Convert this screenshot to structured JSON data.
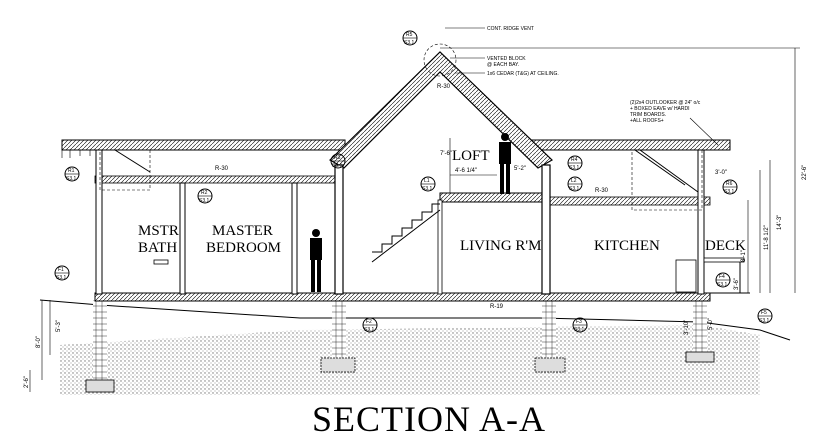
{
  "drawing_title": "SECTION A-A",
  "rooms": {
    "mstr_bath_1": "MSTR",
    "mstr_bath_2": "BATH",
    "master_bedroom_1": "MASTER",
    "master_bedroom_2": "BEDROOM",
    "loft": "LOFT",
    "living": "LIVING R'M",
    "kitchen": "KITCHEN",
    "deck": "DECK"
  },
  "notes": {
    "ridge_vent": "CONT. RIDGE VENT",
    "vented_block_1": "VENTED BLOCK",
    "vented_block_2": "@ EACH BAY.",
    "cedar": "1x6 CEDAR (T&G) AT CEILING.",
    "outlooker_1": "(2)2x4 OUTLOOKER @ 24\" o/c",
    "outlooker_2": "+ BOXED EAVE w/ HARDI",
    "outlooker_3": "TRIM BOARDS.",
    "outlooker_4": "+ALL ROOFS+"
  },
  "dimensions": {
    "loft_height": "7'-6\"",
    "loft_width": "4'-6 1/4\"",
    "loft_rail": "5'-2\"",
    "overall_height": "22'-6\"",
    "upper_height": "14'-3\"",
    "mid_height": "11'-8 1/2\"",
    "plate_height": "8'-1\"",
    "deck_rail": "3'-6\"",
    "deck_offset": "3'-0\"",
    "left_found_1": "5'-3\"",
    "left_found_2": "8'-0\"",
    "left_footing": "2'-6\"",
    "right_found_1": "3'-10\"",
    "right_found_2": "5'-0\"",
    "eave_dim": "3'-0\"",
    "ceiling_dim_1": "R-30",
    "ceiling_dim_2": "R-30",
    "ridge_dim": "R-30",
    "floor_dim": "R-19"
  },
  "detail_tags": {
    "r1": "R1",
    "r2": "R2",
    "r3": "R3",
    "r4": "R4",
    "r5": "R5",
    "r6": "R6",
    "l1": "L1",
    "l2": "L2",
    "f1": "F1",
    "f2": "F2",
    "f3": "F3",
    "f4": "F4",
    "f5": "F5",
    "sheet": "S3.1"
  }
}
